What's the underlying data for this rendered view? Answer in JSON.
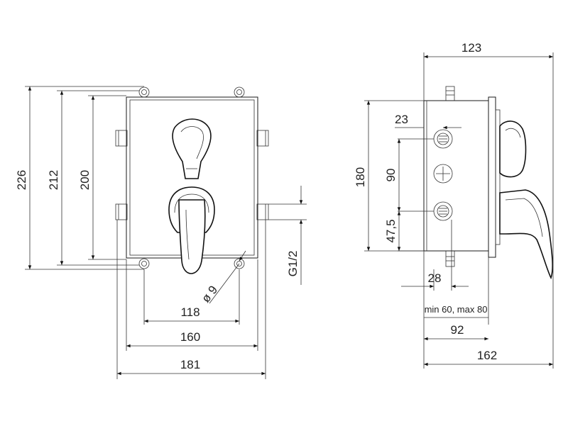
{
  "dimensions": {
    "front": {
      "h226": "226",
      "h212": "212",
      "h200": "200",
      "w118": "118",
      "w160": "160",
      "w181": "181",
      "hole": "ø 9",
      "thread": "G1/2"
    },
    "side": {
      "d123": "123",
      "d23": "23",
      "d180": "180",
      "d90": "90",
      "d47": "47,5",
      "d28": "28",
      "range": "min 60, max 80",
      "d92": "92",
      "d162": "162"
    }
  }
}
